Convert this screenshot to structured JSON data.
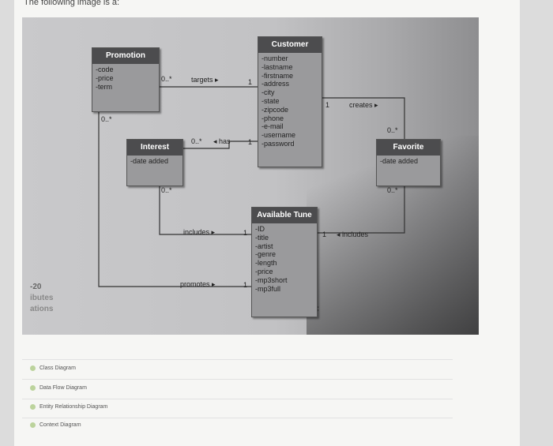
{
  "question_text": "The following image is a:",
  "sidebar": {
    "line1": "-20",
    "line2": "ibutes",
    "line3": "ations"
  },
  "classes": {
    "promotion": {
      "name": "Promotion",
      "attributes": [
        "-code",
        "-price",
        "-term"
      ]
    },
    "customer": {
      "name": "Customer",
      "attributes": [
        "-number",
        "-lastname",
        "-firstname",
        "-address",
        "-city",
        "-state",
        "-zipcode",
        "-phone",
        "-e-mail",
        "-username",
        "-password"
      ]
    },
    "interest": {
      "name": "Interest",
      "attributes": [
        "-date added"
      ]
    },
    "favorite": {
      "name": "Favorite",
      "attributes": [
        "-date added"
      ]
    },
    "available_tune": {
      "name": "Available Tune",
      "attributes": [
        "-ID",
        "-title",
        "-artist",
        "-genre",
        "-length",
        "-price",
        "-mp3short",
        "-mp3full"
      ]
    }
  },
  "associations": {
    "targets": {
      "label": "targets ▸",
      "source_mult": "0..*",
      "target_mult": "1"
    },
    "has": {
      "label": "◂ has",
      "source_mult": "0..*",
      "target_mult": "1"
    },
    "creates": {
      "label": "creates ▸",
      "source_mult": "1",
      "target_mult": "0..*"
    },
    "includes_interest": {
      "label": "includes ▸",
      "source_mult": "0..*",
      "target_mult": "1"
    },
    "includes_favorite": {
      "label": "◂ includes",
      "source_mult": "0..*",
      "target_mult": "1"
    },
    "promotes": {
      "label": "promotes ▸",
      "source_mult": "0..*",
      "target_mult": "1"
    }
  },
  "options": [
    "Class Diagram",
    "Data Flow Diagram",
    "Entity Relationship Diagram",
    "Context Diagram"
  ],
  "colors": {
    "class_header": "#4c4c4e",
    "class_body": "#9a9a9c",
    "radio": "#bcd39c"
  }
}
